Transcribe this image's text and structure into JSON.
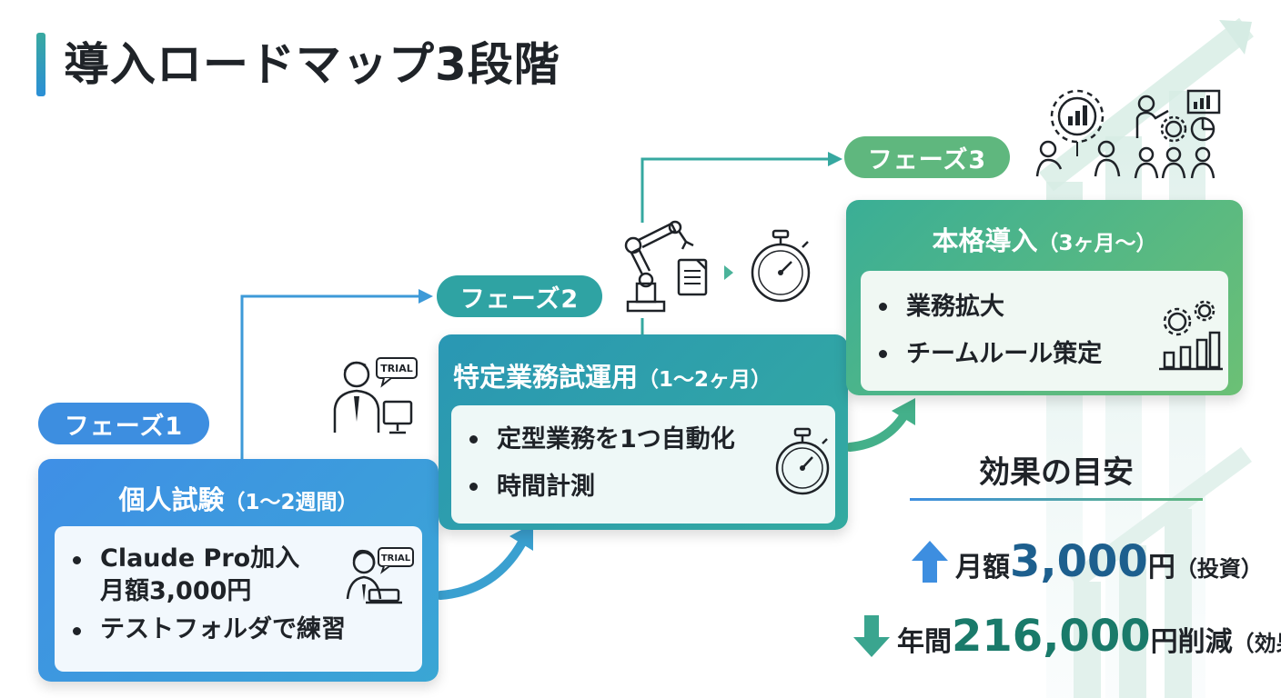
{
  "title": "導入ロードマップ3段階",
  "phases": [
    {
      "label": "フェーズ1",
      "heading": "個人試験",
      "duration": "（1〜2週間）",
      "items": [
        "Claude Pro加入\n月額3,000円",
        "テストフォルダで練習"
      ],
      "icon": "trial-person-laptop-icon"
    },
    {
      "label": "フェーズ2",
      "heading": "特定業務試運用",
      "duration": "（1〜2ヶ月）",
      "items": [
        "定型業務を1つ自動化",
        "時間計測"
      ],
      "icon": "stopwatch-icon"
    },
    {
      "label": "フェーズ3",
      "heading": "本格導入",
      "duration": "（3ヶ月〜）",
      "items": [
        "業務拡大",
        "チームルール策定"
      ],
      "icon": "gears-bar-chart-icon"
    }
  ],
  "icon_labels": {
    "trial_badge_1": "TRIAL",
    "trial_badge_2": "TRIAL"
  },
  "effects": {
    "title": "効果の目安",
    "monthly": {
      "prefix": "月額",
      "amount": "3,000",
      "unit": "円",
      "note": "（投資）"
    },
    "annual": {
      "prefix": "年間",
      "amount": "216,000",
      "unit": "円削減",
      "note": "（効果）"
    }
  },
  "colors": {
    "phase1": "#3d8ee0",
    "phase2": "#2fa3a3",
    "phase3": "#5fb77e",
    "monthly_amount": "#1d5f8e",
    "annual_amount": "#1a7a6a"
  }
}
